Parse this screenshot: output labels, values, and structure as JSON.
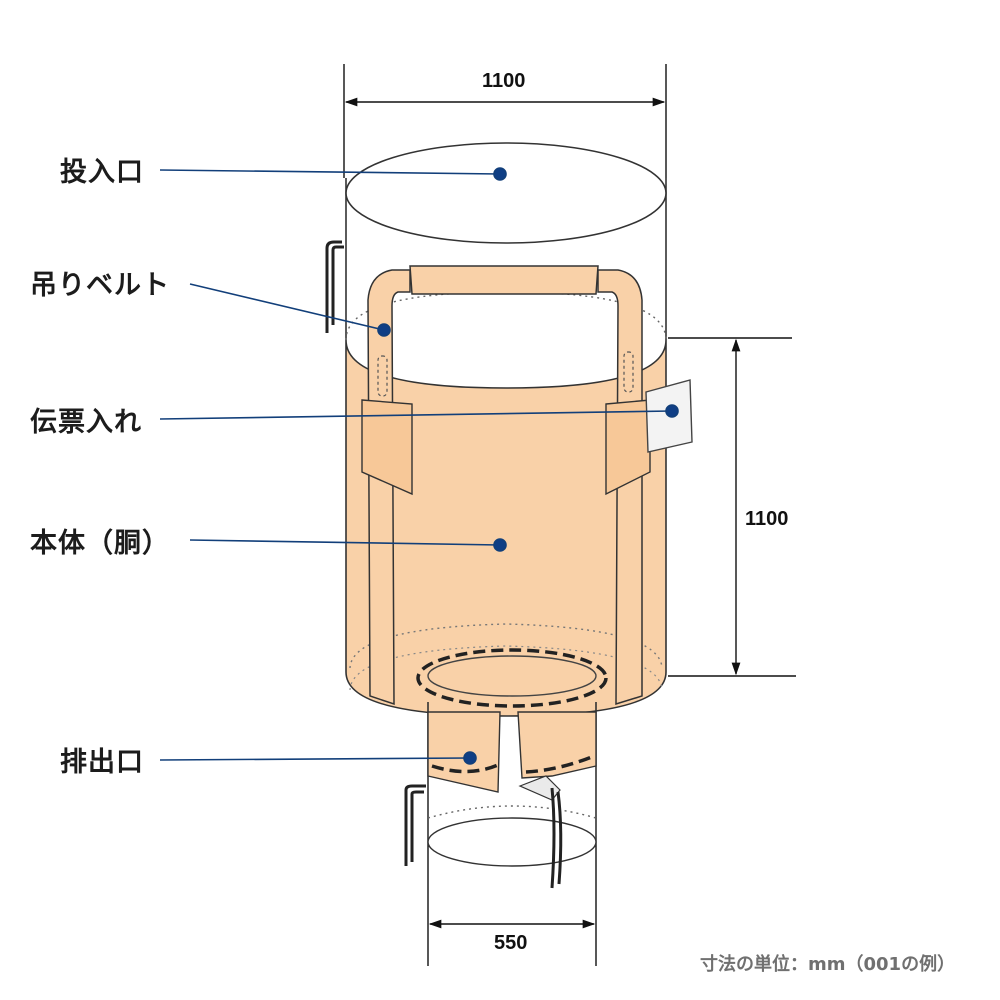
{
  "labels": {
    "inlet": "投入口",
    "lifting_belt": "吊りベルト",
    "document_pocket": "伝票入れ",
    "body": "本体（胴）",
    "outlet": "排出口"
  },
  "dimensions": {
    "top_width": "1100",
    "body_height": "1100",
    "outlet_width": "550"
  },
  "unit_note": "寸法の単位：mm（001の例）",
  "colors": {
    "bag_fill": "#f9d1a8",
    "outline": "#333333",
    "leader": "#123f7a",
    "leader_dot": "#0f3e85"
  },
  "icons": [
    "fill-spout-cord",
    "discharge-spout-cord",
    "pocket-tag"
  ]
}
